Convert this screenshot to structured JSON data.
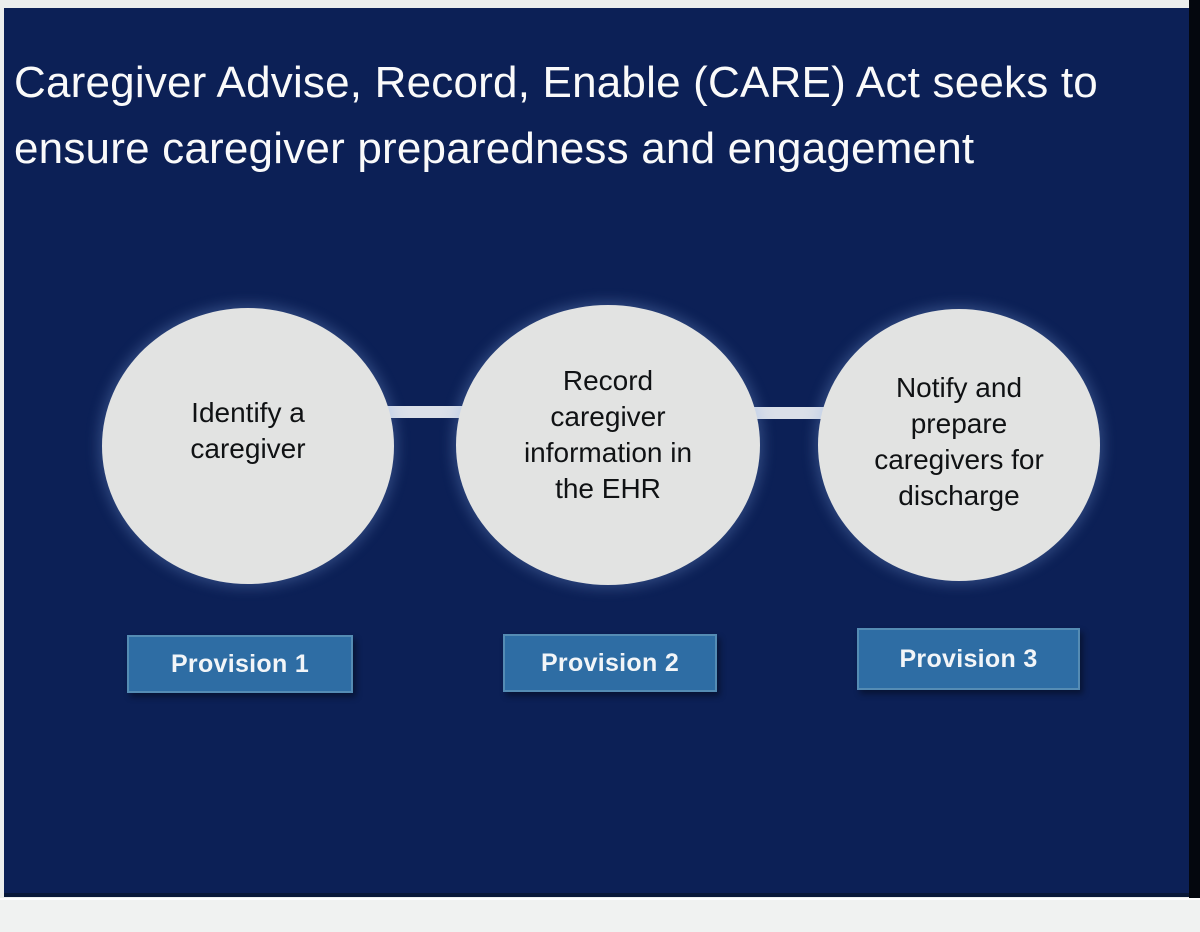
{
  "colors": {
    "slide_background": "#0c2056",
    "circle_fill": "#e2e3e2",
    "connector": "#dadfe8",
    "button_fill": "#2e6da4",
    "button_border": "#558cb4",
    "title_text": "#fafafa",
    "circle_text": "#101214",
    "chrome_strip": "#f0f2f1"
  },
  "title": {
    "lines": [
      "Caregiver Advise, Record, Enable (CARE) Act seeks to",
      "ensure caregiver preparedness and engagement"
    ]
  },
  "diagram": {
    "steps": [
      {
        "circle_lines": [
          "Identify a",
          "caregiver"
        ],
        "button_label": "Provision 1"
      },
      {
        "circle_lines": [
          "Record",
          "caregiver",
          "information in",
          "the EHR"
        ],
        "button_label": "Provision 2"
      },
      {
        "circle_lines": [
          "Notify and",
          "prepare",
          "caregivers for",
          "discharge"
        ],
        "button_label": "Provision 3"
      }
    ]
  }
}
